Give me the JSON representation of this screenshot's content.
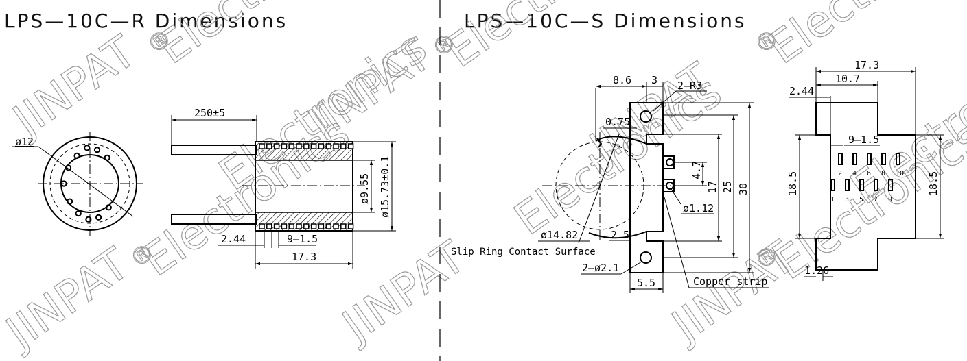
{
  "titles": {
    "left": "LPS—10C—R  Dimensions",
    "right": "LPS—10C—S  Dimensions"
  },
  "watermark": {
    "brand": "JINPAT",
    "mark": "®",
    "word": "Electronics",
    "color": "#9a9a9a"
  },
  "left_view": {
    "dia_outer": "ø12",
    "lead_length": "250±5",
    "dia_bore": "ø9.55",
    "dia_body": "ø15.73±0.1",
    "first_ring": "2.44",
    "ring_pitch": "9—1.5",
    "body_length": "17.3"
  },
  "right_front": {
    "d_8_6": "8.6",
    "d_3": "3",
    "mount_radius": "2—R3",
    "d_0_75": "0.75",
    "d_4_7": "4.7",
    "d_17": "17",
    "d_25": "25",
    "d_30": "30",
    "dia_1_12": "ø1.12",
    "dia_14_82": "ø14.82",
    "d_2_5": "2.5",
    "callout_surface": "Slip Ring Contact Surface",
    "mount_holes": "2—ø2.1",
    "d_5_5": "5.5",
    "callout_strip": "Copper strip"
  },
  "right_side": {
    "d_17_3": "17.3",
    "d_10_7": "10.7",
    "d_2_44": "2.44",
    "pitch": "9—1.5",
    "height_left": "18.5",
    "height_right": "18.5",
    "d_1_26": "1.26",
    "pins_top": [
      "2",
      "4",
      "6",
      "8",
      "10"
    ],
    "pins_bottom": [
      "1",
      "3",
      "5",
      "7",
      "9"
    ]
  }
}
